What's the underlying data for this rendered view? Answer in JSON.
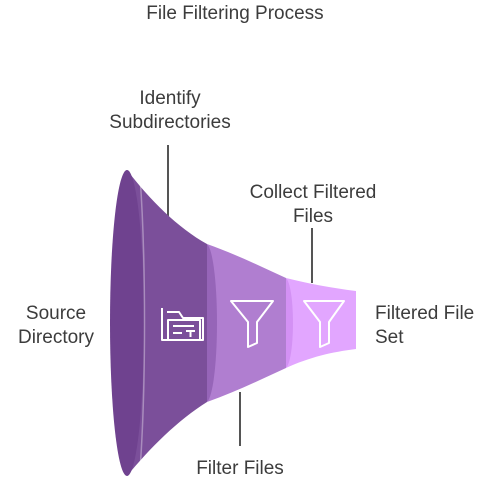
{
  "title": "File Filtering Process",
  "stages": {
    "source": {
      "line1": "Source",
      "line2": "Directory",
      "icon": "folder-document-icon",
      "color": "#7b4f9a"
    },
    "filter": {
      "label": "Filter Files",
      "icon": "funnel-icon",
      "color": "#b07ed0"
    },
    "collect": {
      "line1": "Collect Filtered",
      "line2": "Files",
      "icon": "funnel-icon",
      "color": "#e2a6ff"
    },
    "output": {
      "line1": "Filtered File",
      "line2": "Set"
    }
  },
  "subdirs": {
    "line1": "Identify",
    "line2": "Subdirectories"
  }
}
